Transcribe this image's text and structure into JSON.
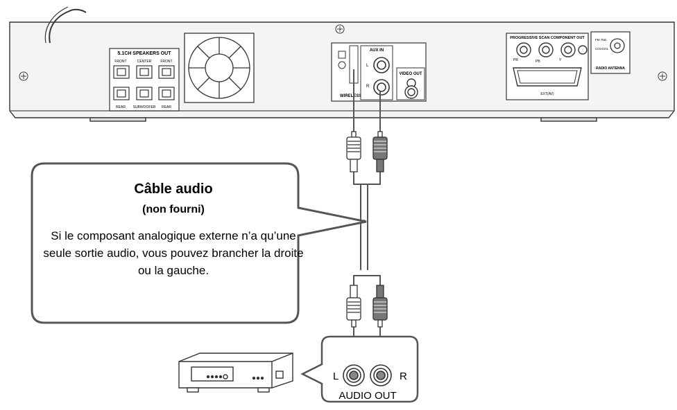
{
  "unit_panel": {
    "speakers_title": "5.1CH SPEAKERS OUT",
    "front_left": "FRONT",
    "center": "CENTER",
    "front_right": "FRONT",
    "rear_left": "REAR",
    "subwoofer": "SUBWOOFER",
    "rear_right": "REAR",
    "aux_in": "AUX IN",
    "aux_l": "L",
    "aux_r": "R",
    "wireless": "WIRELESS",
    "video_out": "VIDEO OUT",
    "component_out": "PROGRESSIVE SCAN COMPONENT OUT",
    "pr": "PR",
    "pb": "PB",
    "y": "Y",
    "ext": "EXT(AV)",
    "fm_label": "FM 75Ω",
    "coaxial": "COAXIAL",
    "radio_antenna": "RADIO ANTENNA"
  },
  "callout": {
    "title": "Câble audio",
    "subtitle": "(non fourni)",
    "body": "Si le composant analogique externe n’a qu’une seule sortie audio, vous pouvez brancher la droite ou la gauche."
  },
  "audio_out": {
    "l": "L",
    "r": "R",
    "label": "AUDIO OUT"
  }
}
